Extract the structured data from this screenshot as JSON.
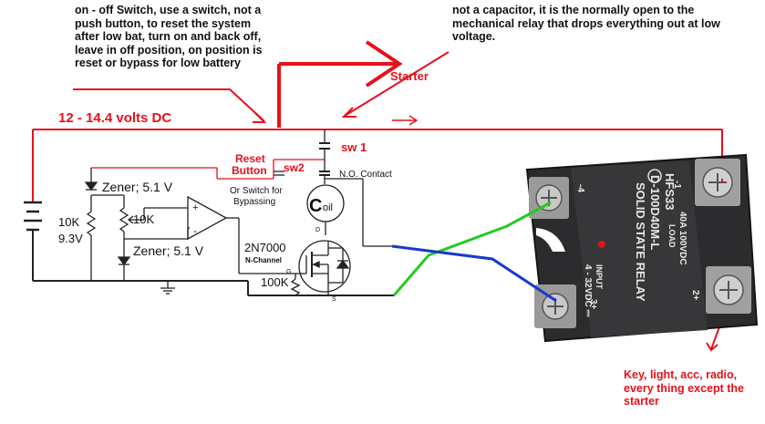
{
  "notes": {
    "switch_note": "on - off Switch, use a switch, not a push button, to reset the system after low bat, turn on and back off, leave in off position, on position is reset or bypass for low battery",
    "relay_note": "not a capacitor, it is the normally open to the mechanical relay that drops everything out at low voltage.",
    "load_note": "Key, light, acc, radio, every thing except the starter"
  },
  "labels": {
    "supply": "12 - 14.4 volts DC",
    "starter": "Starter",
    "sw1": "sw 1",
    "sw2": "sw2",
    "reset_button": "Reset Button",
    "or_switch": "Or Switch for Bypassing",
    "no_contact": "N.O. Contact",
    "coil_big": "C",
    "coil_small": "oil",
    "zener_top": "Zener; 5.1 V",
    "zener_bottom": "Zener; 5.1 V",
    "r_10k_left": "10K",
    "r_10k_mid": "10K",
    "v_9_3": "9.3V",
    "mosfet": "2N7000",
    "mosfet_type": "N-Channel",
    "r_100k": "100K",
    "pin_d": "D",
    "pin_g": "G",
    "pin_s": "S",
    "opamp_plus": "+",
    "opamp_minus": "-"
  },
  "relay": {
    "model": "D-100D40M-L",
    "brand": "HFS33",
    "title": "SOLID STATE RELAY",
    "load": "40A 100VDC",
    "load_label": "LOAD",
    "input": "4 - 32VDC ⎓",
    "input_label": "INPUT",
    "t1": "-1",
    "t2": "2+",
    "t3": "3+",
    "t4": "-4"
  },
  "colors": {
    "wire": "#e8101a",
    "schematic": "#222222",
    "green_wire": "#22cc22",
    "blue_wire": "#1838d0",
    "relay_body": "#2c2c2e"
  }
}
